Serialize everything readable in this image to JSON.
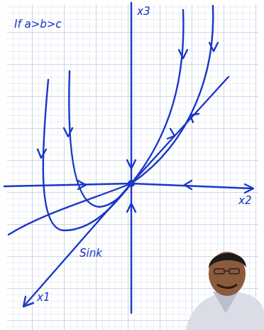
{
  "diagram": {
    "labels": [
      "If a>b>c",
      "x3",
      "x2",
      "x1",
      "Sink"
    ]
  }
}
